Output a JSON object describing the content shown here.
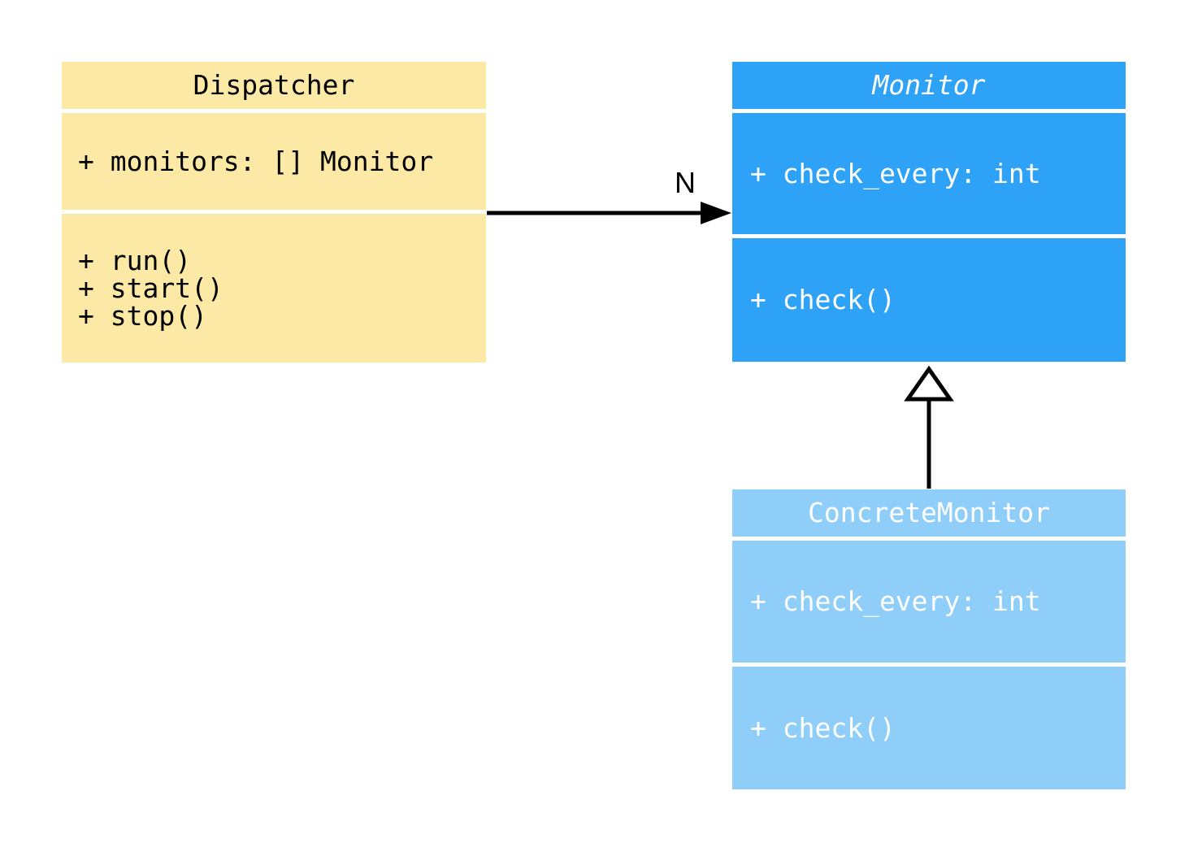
{
  "diagram": {
    "kind": "uml-class-diagram",
    "colors": {
      "dispatcher_fill": "#FCE9A5",
      "monitor_fill": "#2EA2F6",
      "concrete_monitor_fill": "#8FCEF9",
      "connector_stroke": "#000000",
      "background": "#FFFFFF"
    },
    "classes": [
      {
        "name": "Dispatcher",
        "abstract": false,
        "attributes": [
          "+ monitors: [] Monitor"
        ],
        "methods": [
          "+ run()",
          "+ start()",
          "+ stop()"
        ]
      },
      {
        "name": "Monitor",
        "abstract": true,
        "attributes": [
          "+ check_every: int"
        ],
        "methods": [
          "+ check()"
        ]
      },
      {
        "name": "ConcreteMonitor",
        "abstract": false,
        "attributes": [
          "+ check_every: int"
        ],
        "methods": [
          "+ check()"
        ]
      }
    ],
    "relationships": [
      {
        "type": "association",
        "from": "Dispatcher",
        "to": "Monitor",
        "label": "N"
      },
      {
        "type": "inheritance",
        "from": "ConcreteMonitor",
        "to": "Monitor",
        "label": ""
      }
    ]
  }
}
